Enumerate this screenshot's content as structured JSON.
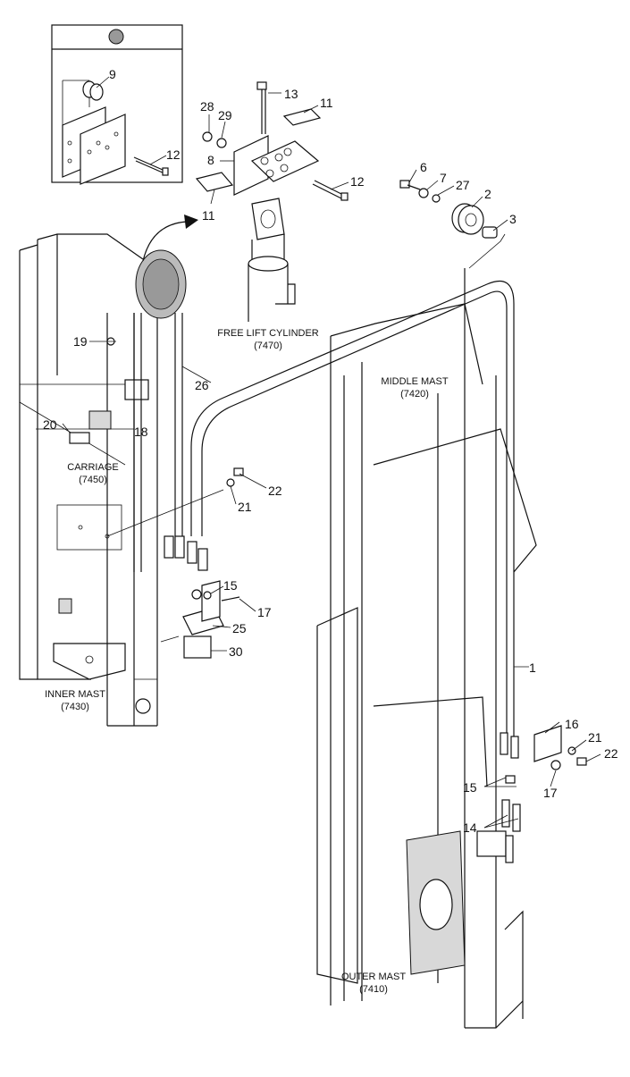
{
  "callouts": {
    "n1": "1",
    "n2": "2",
    "n3": "3",
    "n6": "6",
    "n7": "7",
    "n8": "8",
    "n9": "9",
    "n11a": "11",
    "n11b": "11",
    "n12a": "12",
    "n12b": "12",
    "n13": "13",
    "n14": "14",
    "n15a": "15",
    "n15b": "15",
    "n16": "16",
    "n17a": "17",
    "n17b": "17",
    "n18": "18",
    "n19": "19",
    "n20": "20",
    "n21a": "21",
    "n21b": "21",
    "n22a": "22",
    "n22b": "22",
    "n25": "25",
    "n26": "26",
    "n27": "27",
    "n28": "28",
    "n29": "29",
    "n30": "30"
  },
  "labels": {
    "free_lift_cylinder": "FREE LIFT CYLINDER",
    "free_lift_cylinder_code": "(7470)",
    "middle_mast": "MIDDLE MAST",
    "middle_mast_code": "(7420)",
    "carriage": "CARRIAGE",
    "carriage_code": "(7450)",
    "inner_mast": "INNER MAST",
    "inner_mast_code": "(7430)",
    "outer_mast": "OUTER MAST",
    "outer_mast_code": "(7410)"
  }
}
